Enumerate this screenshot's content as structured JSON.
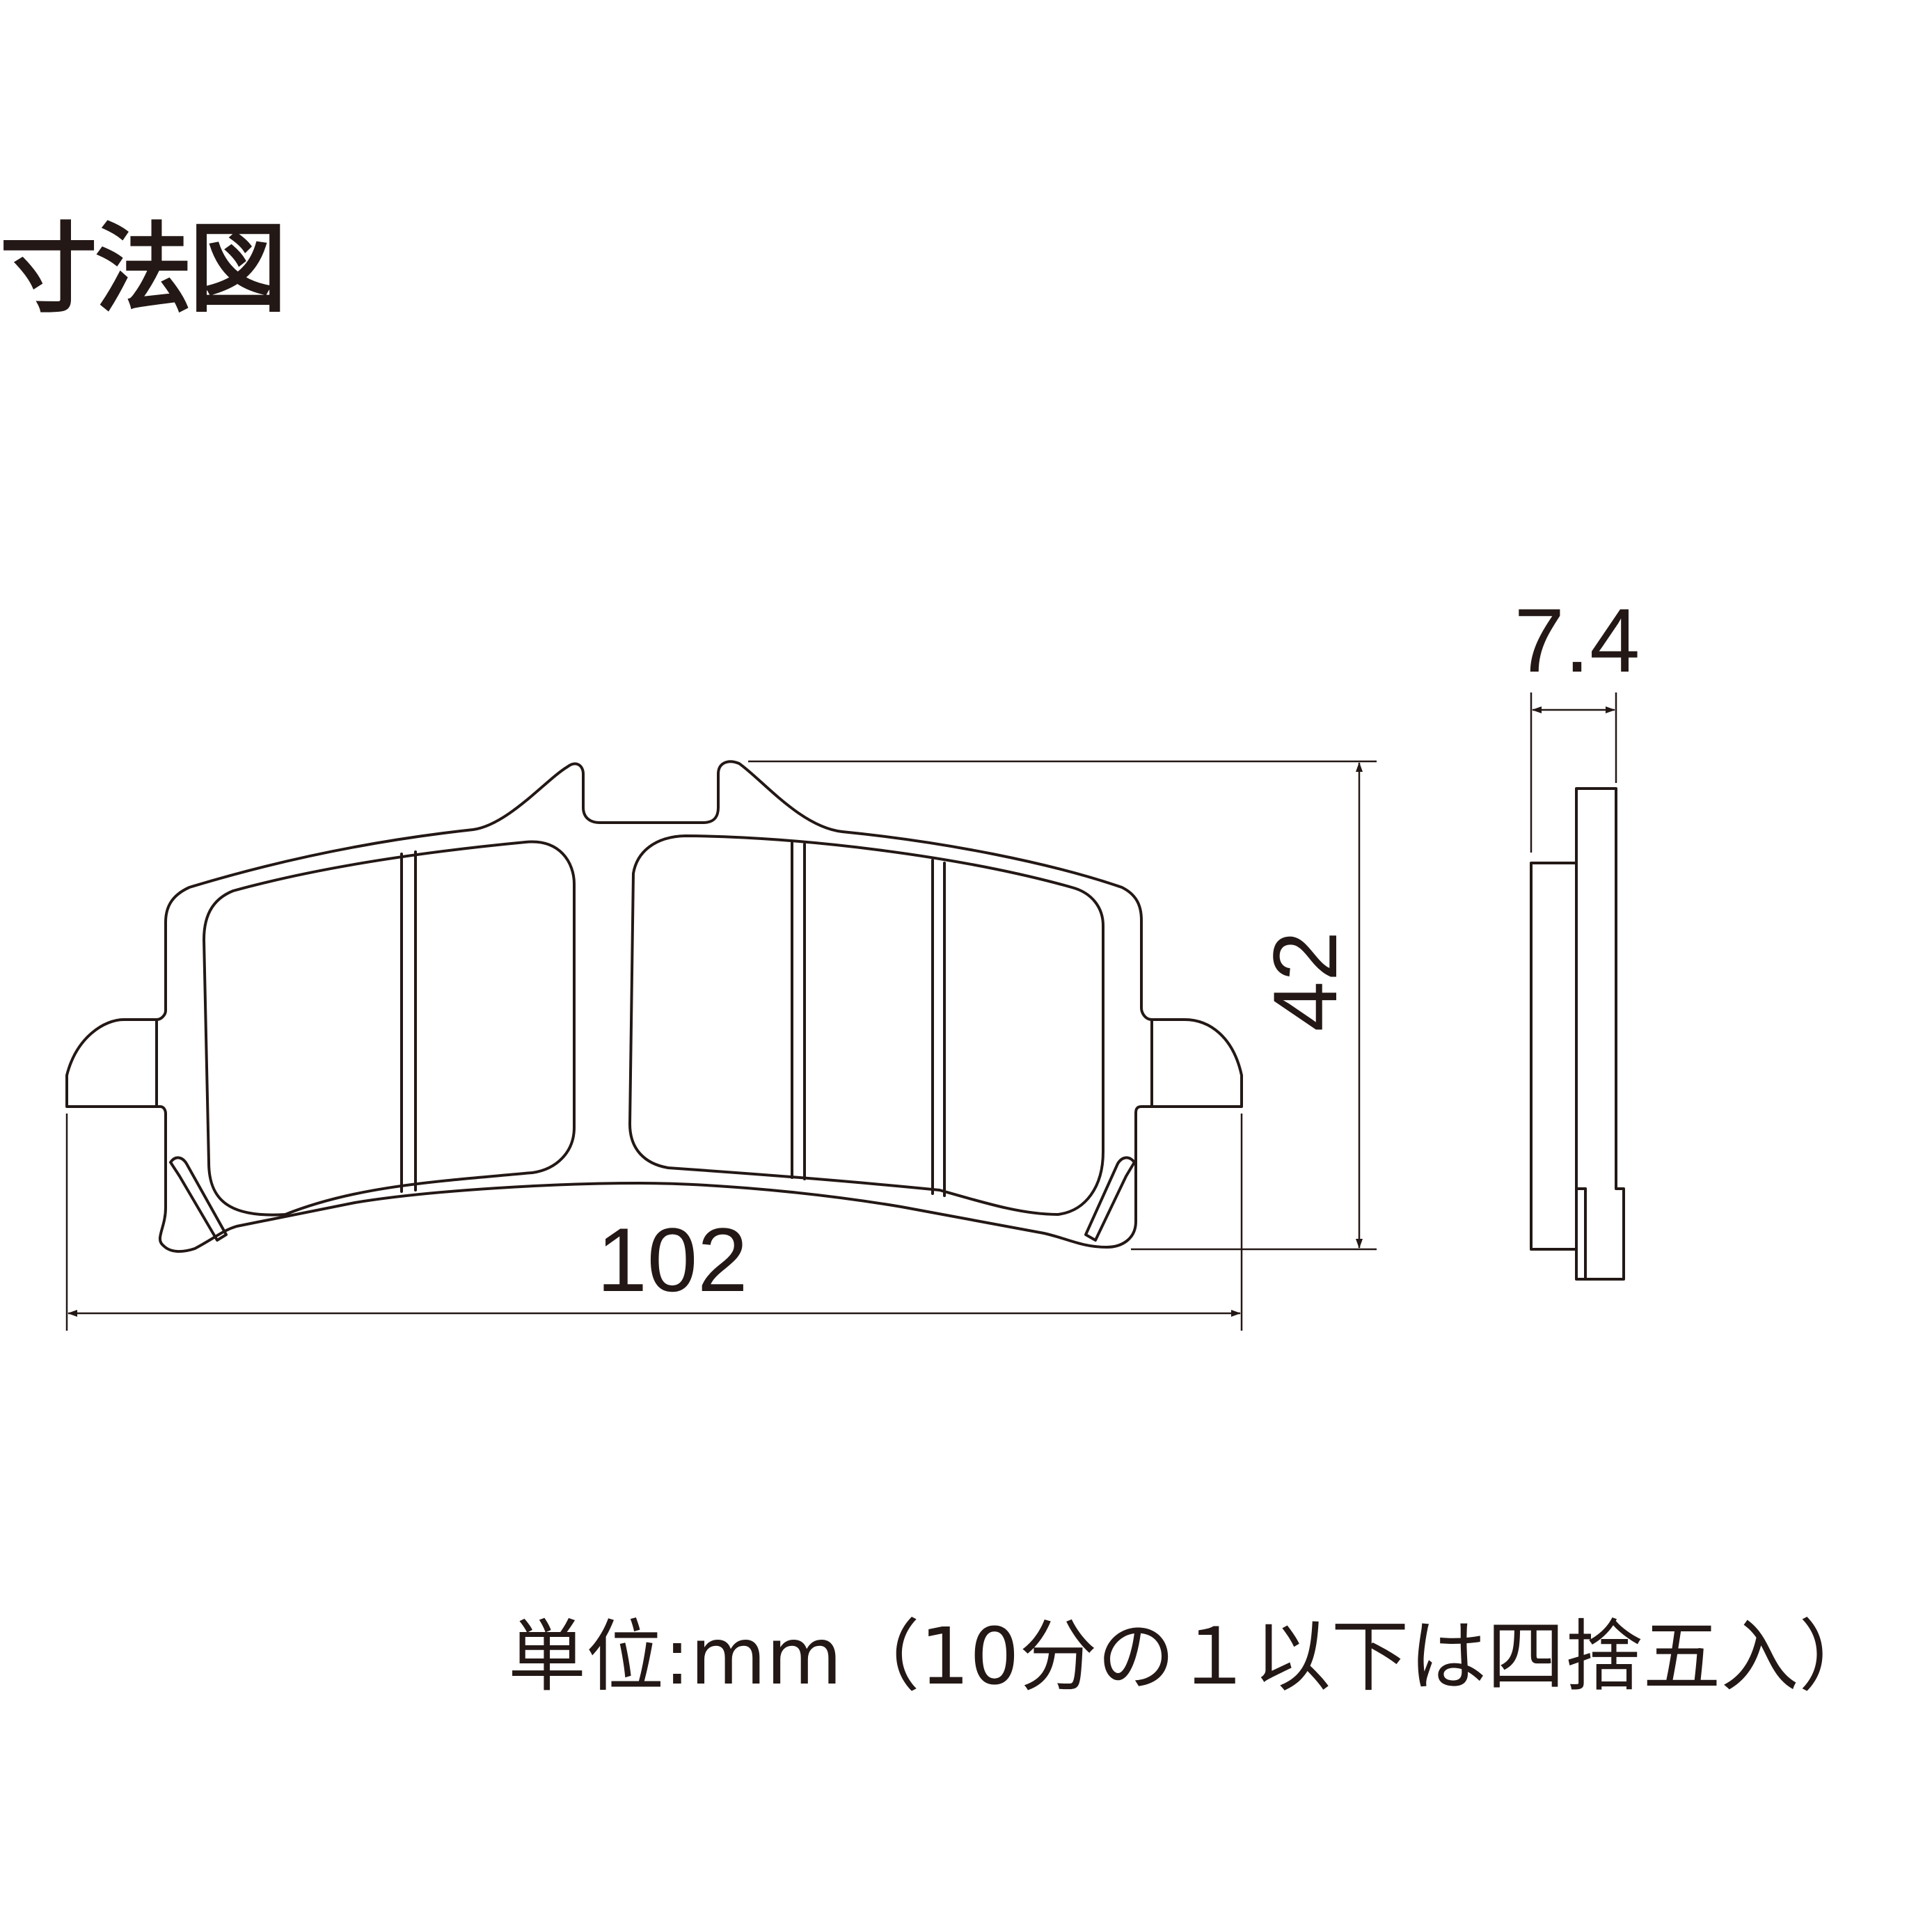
{
  "title": "寸法図",
  "dimensions": {
    "width": "102",
    "height": "42",
    "thickness": "7.4"
  },
  "unit_note": "単位:mm（10分の１以下は四捨五入）",
  "colors": {
    "line": "#231815",
    "background": "#ffffff"
  }
}
